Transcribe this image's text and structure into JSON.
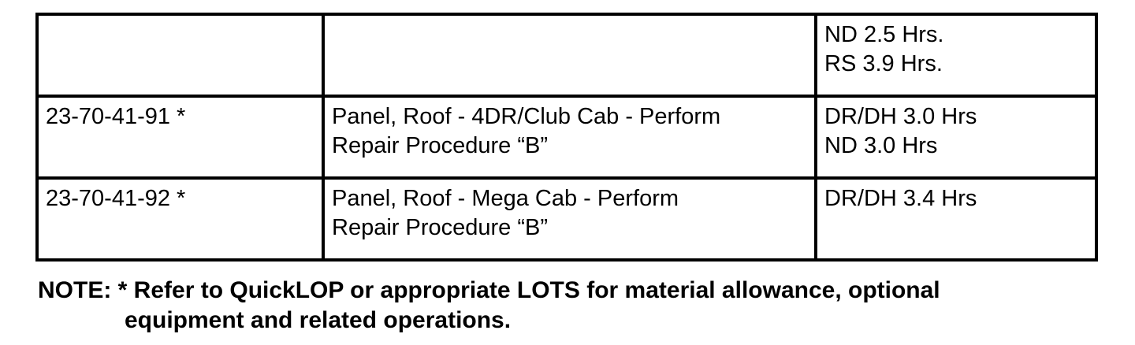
{
  "table": {
    "rows": [
      {
        "code": "",
        "description": "",
        "hours": "ND 2.5 Hrs.\nRS 3.9 Hrs."
      },
      {
        "code": "23-70-41-91 *",
        "description": "Panel, Roof - 4DR/Club Cab - Perform\nRepair Procedure “B”",
        "hours": "DR/DH 3.0 Hrs\nND 3.0 Hrs"
      },
      {
        "code": "23-70-41-92 *",
        "description": "Panel, Roof - Mega Cab - Perform\nRepair Procedure “B”",
        "hours": "DR/DH 3.4 Hrs"
      }
    ]
  },
  "note": {
    "line1": "NOTE: * Refer to QuickLOP or appropriate LOTS for material allowance, optional",
    "line2": "equipment and related operations."
  }
}
